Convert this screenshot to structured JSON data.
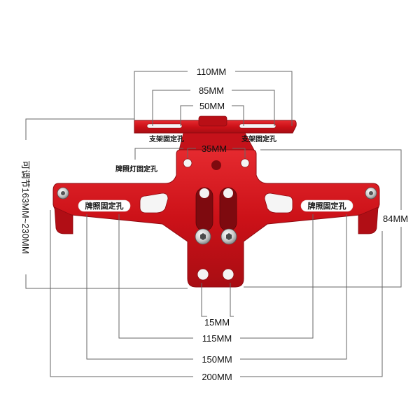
{
  "dimensions": {
    "top_width": "110MM",
    "top_mid": "85MM",
    "top_inner": "50MM",
    "center_holes": "35MM",
    "bottom_holes": "15MM",
    "mid_width": "115MM",
    "wide_width": "150MM",
    "overall_width": "200MM",
    "height": "84MM",
    "adjustable": "可调节163MM~230MM"
  },
  "labels": {
    "bracket_hole_left": "支架固定孔",
    "bracket_hole_right": "支架固定孔",
    "light_hole": "牌照灯固定孔",
    "plate_hole_left": "牌照固定孔",
    "plate_hole_right": "牌照固定孔"
  },
  "colors": {
    "bracket_red": "#d0121b",
    "bracket_dark": "#8e0a10",
    "line": "#666666"
  }
}
